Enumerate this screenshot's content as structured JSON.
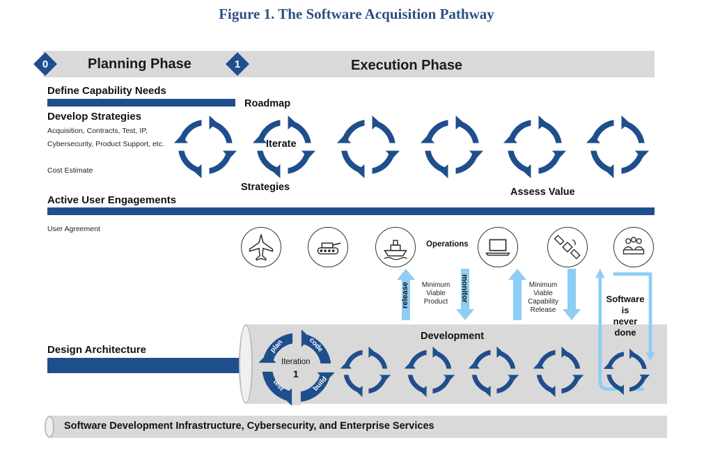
{
  "figure_title": "Figure 1.  The Software Acquisition Pathway",
  "planning": {
    "number": "0",
    "title": "Planning Phase"
  },
  "execution": {
    "number": "1",
    "title": "Execution Phase"
  },
  "define_capability": "Define Capability Needs",
  "develop_strategies": "Develop Strategies",
  "strategies_detail_1": "Acquisition, Contracts, Test, IP,",
  "strategies_detail_2": "Cybersecurity, Product Support, etc.",
  "cost_estimate": "Cost Estimate",
  "roadmap": "Roadmap",
  "iterate": "Iterate",
  "strategies": "Strategies",
  "assess_value": "Assess Value",
  "active_user": "Active User Engagements",
  "user_agreement": "User Agreement",
  "operations": "Operations",
  "release": "release",
  "monitor": "monitor",
  "mvp": {
    "line1": "Minimum",
    "line2": "Viable",
    "line3": "Product"
  },
  "mvcr": {
    "line1": "Minimum",
    "line2": "Viable",
    "line3": "Capability",
    "line4": "Release"
  },
  "software_never_done": {
    "line1": "Software",
    "line2": "is",
    "line3": "never",
    "line4": "done"
  },
  "design_architecture": "Design Architecture",
  "development": "Development",
  "iteration": {
    "label": "Iteration",
    "number": "1",
    "plan": "plan",
    "code": "code",
    "build": "build",
    "test": "test"
  },
  "infrastructure": "Software Development Infrastructure, Cybersecurity, and Enterprise Services",
  "icons": [
    "fighter-jet-icon",
    "tank-icon",
    "ship-icon",
    "laptop-icon",
    "satellite-icon",
    "team-meeting-icon"
  ],
  "colors": {
    "navy": "#1f4e8c",
    "light_blue": "#8ecdf4",
    "gray": "#d9d9d9",
    "title_blue": "#2d4f86"
  }
}
